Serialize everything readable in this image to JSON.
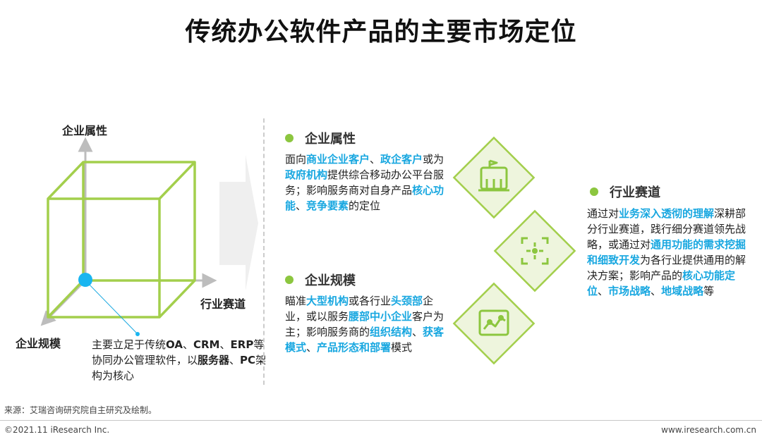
{
  "title": "传统办公软件产品的主要市场定位",
  "cube": {
    "axis_y": "企业属性",
    "axis_x": "行业赛道",
    "axis_z": "企业规模",
    "note_segments": [
      {
        "t": "主要立足于传统",
        "b": false
      },
      {
        "t": "OA",
        "b": true
      },
      {
        "t": "、",
        "b": false
      },
      {
        "t": "CRM",
        "b": true
      },
      {
        "t": "、",
        "b": false
      },
      {
        "t": "ERP",
        "b": true
      },
      {
        "t": "等协同办公管理软件，以",
        "b": false
      },
      {
        "t": "服务器",
        "b": true
      },
      {
        "t": "、",
        "b": false
      },
      {
        "t": "PC",
        "b": true
      },
      {
        "t": "架构为核心",
        "b": false
      }
    ]
  },
  "sections": {
    "attr": {
      "title": "企业属性",
      "segments": [
        {
          "t": "面向",
          "h": false
        },
        {
          "t": "商业企业客户",
          "h": true
        },
        {
          "t": "、",
          "h": false
        },
        {
          "t": "政企客户",
          "h": true
        },
        {
          "t": "或为",
          "h": false
        },
        {
          "t": "政府机构",
          "h": true
        },
        {
          "t": "提供综合移动办公平台服务；影响服务商对自身产品",
          "h": false
        },
        {
          "t": "核心功能",
          "h": true
        },
        {
          "t": "、",
          "h": false
        },
        {
          "t": "竞争要素",
          "h": true
        },
        {
          "t": "的定位",
          "h": false
        }
      ]
    },
    "scale": {
      "title": "企业规模",
      "segments": [
        {
          "t": "瞄准",
          "h": false
        },
        {
          "t": "大型机构",
          "h": true
        },
        {
          "t": "或各行业",
          "h": false
        },
        {
          "t": "头颈部",
          "h": true
        },
        {
          "t": "企业，或以服务",
          "h": false
        },
        {
          "t": "腰部中小企业",
          "h": true
        },
        {
          "t": "客户为主；影响服务商的",
          "h": false
        },
        {
          "t": "组织结构",
          "h": true
        },
        {
          "t": "、",
          "h": false
        },
        {
          "t": "获客模式",
          "h": true
        },
        {
          "t": "、",
          "h": false
        },
        {
          "t": "产品形态和部署",
          "h": true
        },
        {
          "t": "模式",
          "h": false
        }
      ]
    },
    "track": {
      "title": "行业赛道",
      "segments": [
        {
          "t": "通过对",
          "h": false
        },
        {
          "t": "业务深入透彻的理解",
          "h": true
        },
        {
          "t": "深耕部分行业赛道，践行细分赛道领先战略，或通过对",
          "h": false
        },
        {
          "t": "通用功能的需求挖掘和细致开发",
          "h": true
        },
        {
          "t": "为各行业提供通用的解决方案；影响产品的",
          "h": false
        },
        {
          "t": "核心功能定位",
          "h": true
        },
        {
          "t": "、",
          "h": false
        },
        {
          "t": "市场战略",
          "h": true
        },
        {
          "t": "、",
          "h": false
        },
        {
          "t": "地域战略",
          "h": true
        },
        {
          "t": "等",
          "h": false
        }
      ]
    }
  },
  "icons": [
    "building-icon",
    "focus-target-icon",
    "line-chart-icon"
  ],
  "colors": {
    "accent_green": "#8cc63f",
    "highlight_blue": "#18a7e0",
    "diamond_fill": "#eef5dd"
  },
  "footer": {
    "source": "来源：艾瑞咨询研究院自主研究及绘制。",
    "copyright": "©2021.11 iResearch Inc.",
    "site": "www.iresearch.com.cn"
  }
}
